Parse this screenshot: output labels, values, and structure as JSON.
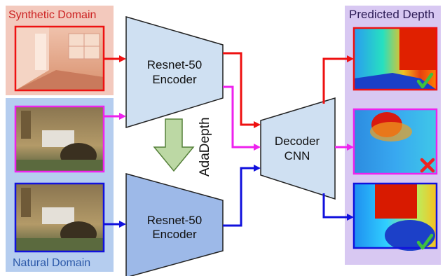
{
  "synthetic_domain": {
    "label": "Synthetic Domain",
    "bg_color": "#f3c9bd",
    "text_color": "#cc2222",
    "frame_color": "#ee1111"
  },
  "natural_domain": {
    "label": "Natural Domain",
    "bg_color": "#b5cdef",
    "text_color": "#2b58a8"
  },
  "predicted_depth": {
    "label": "Predicted Depth",
    "bg_color": "#d8c8f2",
    "text_color": "#2b1a55"
  },
  "encoder_top": {
    "line1": "Resnet-50",
    "line2": "Encoder",
    "fill": "#cfe0f2"
  },
  "encoder_bottom": {
    "line1": "Resnet-50",
    "line2": "Encoder",
    "fill": "#9db9e8"
  },
  "decoder": {
    "line1": "Decoder",
    "line2": "CNN",
    "fill": "#cfe0f2"
  },
  "adaptation": {
    "label": "AdaDepth",
    "arrow_fill": "#bcd8a4",
    "arrow_stroke": "#55803a"
  },
  "colors": {
    "red": "#ee1111",
    "magenta": "#ee22ee",
    "blue": "#1111dd",
    "check": "#3fbf3f",
    "cross": "#ee2222"
  },
  "predictions": [
    {
      "icon": "check-icon",
      "result": "correct"
    },
    {
      "icon": "cross-icon",
      "result": "incorrect"
    },
    {
      "icon": "check-icon",
      "result": "correct"
    }
  ]
}
